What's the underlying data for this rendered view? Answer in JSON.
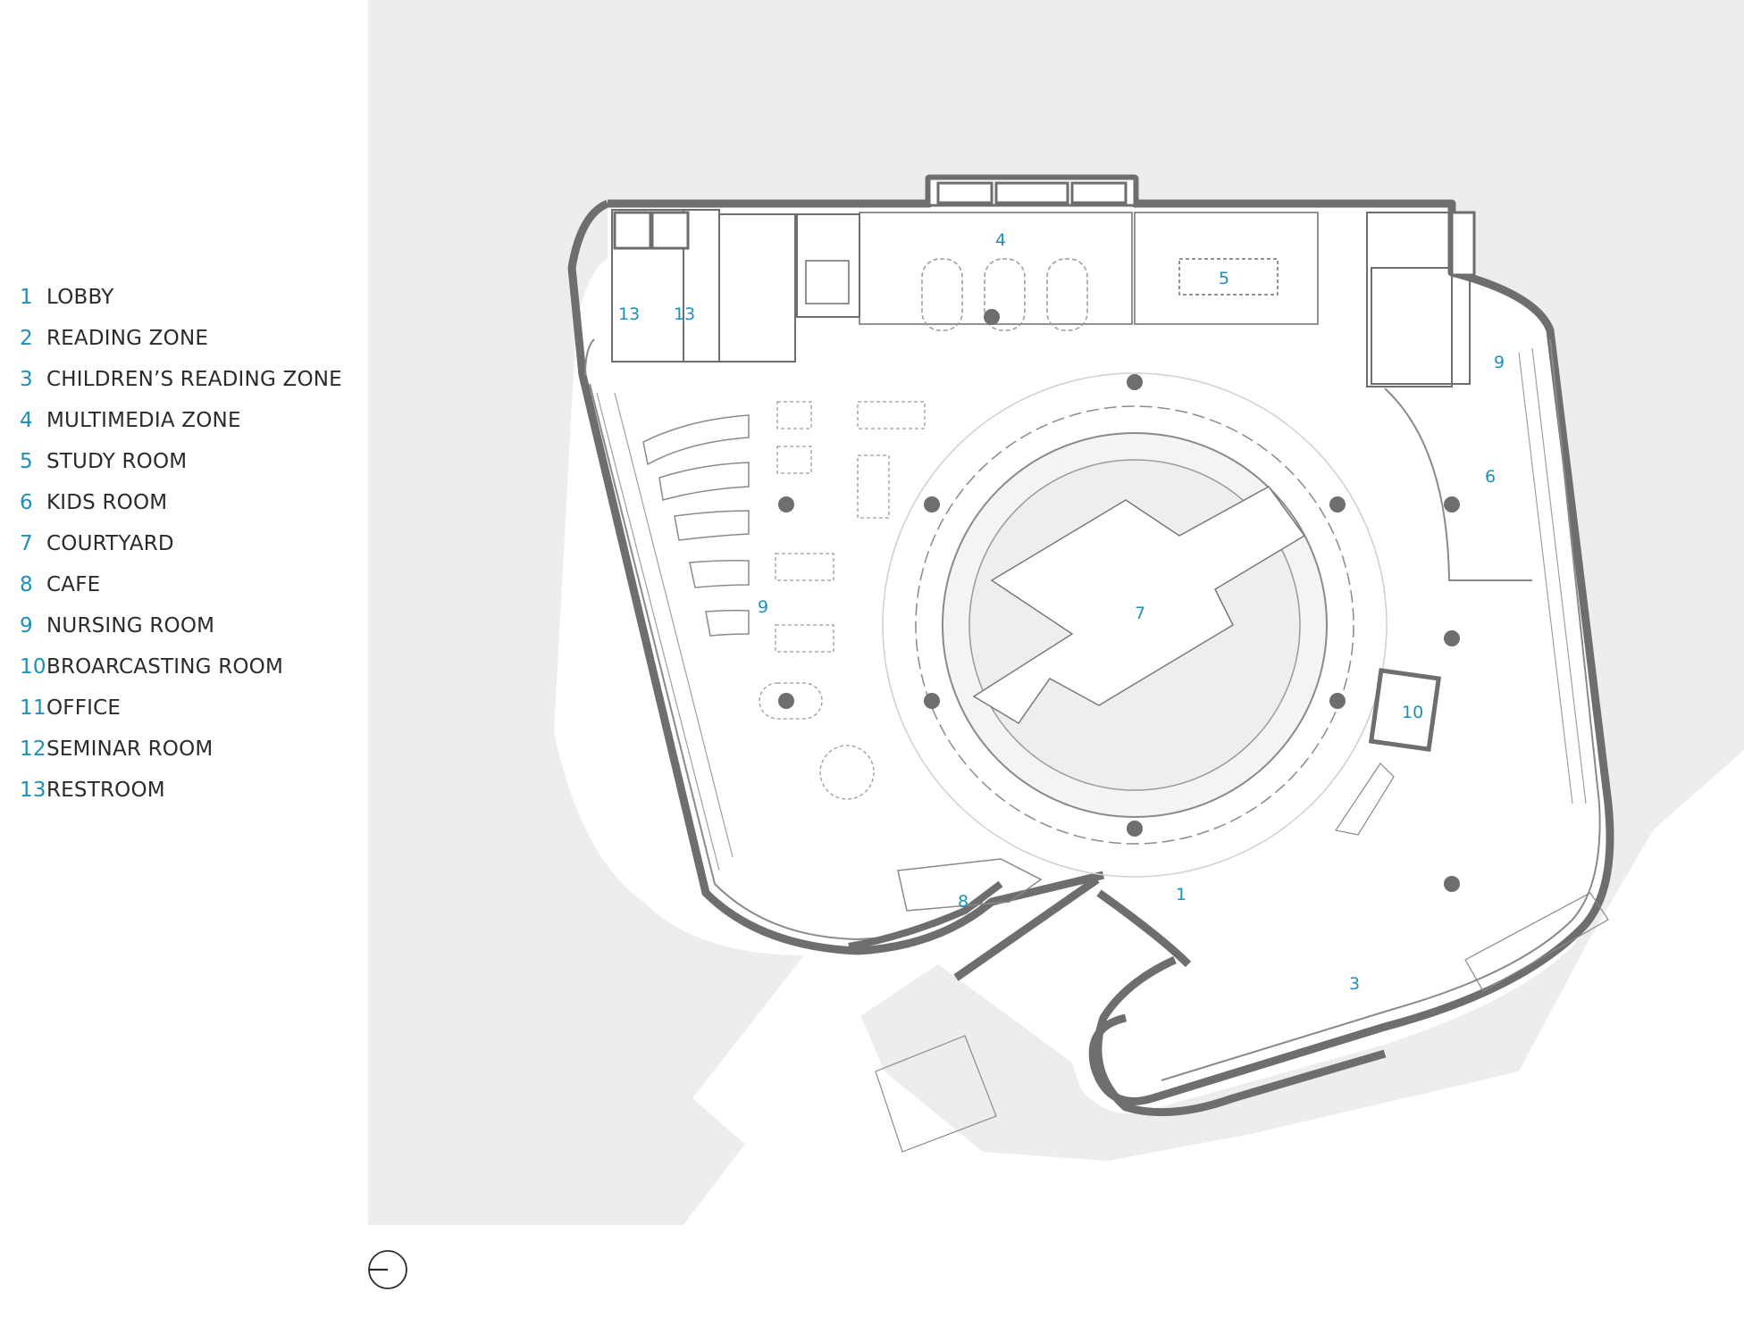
{
  "legend": {
    "items": [
      {
        "num": "1",
        "label": "LOBBY"
      },
      {
        "num": "2",
        "label": "READING ZONE"
      },
      {
        "num": "3",
        "label": "CHILDREN’S READING ZONE"
      },
      {
        "num": "4",
        "label": "MULTIMEDIA ZONE"
      },
      {
        "num": "5",
        "label": "STUDY ROOM"
      },
      {
        "num": "6",
        "label": "KIDS ROOM"
      },
      {
        "num": "7",
        "label": "COURTYARD"
      },
      {
        "num": "8",
        "label": "CAFE"
      },
      {
        "num": "9",
        "label": "NURSING ROOM"
      },
      {
        "num": "10",
        "label": "BROARCASTING ROOM"
      },
      {
        "num": "11",
        "label": "OFFICE"
      },
      {
        "num": "12",
        "label": "SEMINAR ROOM"
      },
      {
        "num": "13",
        "label": "RESTROOM"
      }
    ]
  },
  "plan": {
    "room_labels": {
      "lobby": "1",
      "childrens_reading": "3",
      "multimedia": "4",
      "study": "5",
      "kids": "6",
      "courtyard": "7",
      "cafe": "8",
      "nursing_left": "9",
      "nursing_right": "9",
      "broadcasting": "10",
      "restroom_a": "13",
      "restroom_b": "13"
    }
  },
  "colors": {
    "background_site": "#eceded",
    "wall": "#6e6e6e",
    "line": "#8a8a8a",
    "accent_label": "#1e8fb8",
    "text": "#2b2b2b"
  },
  "icons": {
    "north_arrow": "north-arrow-icon"
  }
}
